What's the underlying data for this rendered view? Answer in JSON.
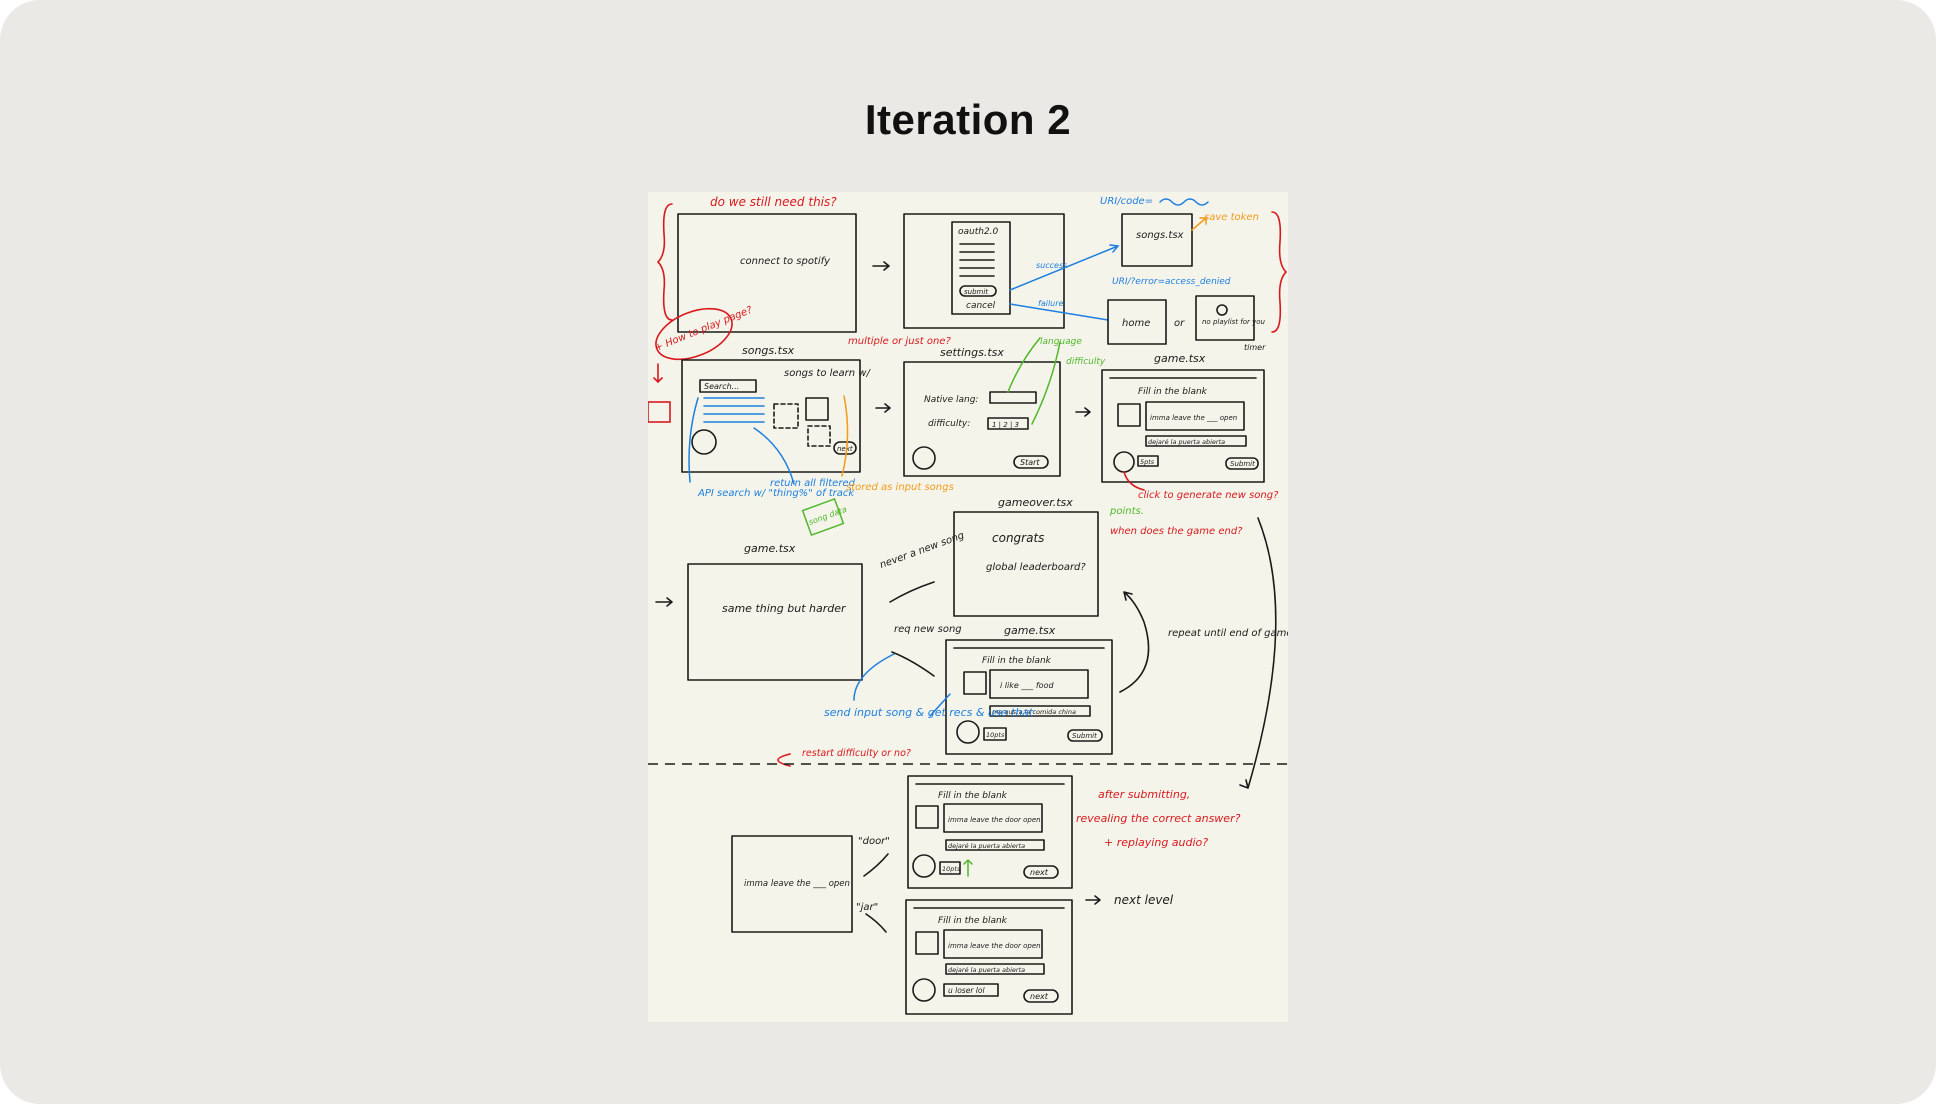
{
  "slide": {
    "title": "Iteration 2"
  },
  "sketch": {
    "notes": {
      "do_we_need": "do we still need this?",
      "uri_code": "URI/code=",
      "save_token": "save token",
      "uri_error": "URI/?error=access_denied",
      "how_to_play": "+ How to play page?",
      "multiple_or_one": "multiple or just one?",
      "timer": "timer",
      "language": "language",
      "difficulty_note": "difficulty",
      "api_search": "API search w/ \"thing%\" of track",
      "return_filtered": "return all filtered",
      "stored_input": "stored as input songs",
      "song_data": "song data",
      "click_generate": "click to generate new song?",
      "points": "points.",
      "when_end": "when does the game end?",
      "never_new": "never a new song",
      "req_new": "req new song",
      "repeat_until": "repeat until end of game.",
      "send_input": "send input song & get recs & use that",
      "restart_diff": "restart difficulty or no?",
      "after_submit": "after submitting,",
      "revealing": "revealing the correct answer?",
      "replaying": "+ replaying audio?",
      "door_quote": "\"door\"",
      "jar_quote": "\"jar\"",
      "next_level": "next level"
    },
    "screens": {
      "connect": "connect to spotify",
      "oauth_title": "oauth2.0",
      "oauth_submit": "submit",
      "oauth_cancel": "cancel",
      "success": "success",
      "failure": "failure",
      "songs_tsx_small": "songs.tsx",
      "home": "home",
      "or": "or",
      "no_playlist": "no playlist for you",
      "songs_tsx": "songs.tsx",
      "songs_to_learn": "songs to learn w/",
      "search_placeholder": "Search...",
      "next": "next",
      "settings_tsx": "settings.tsx",
      "native_lang": "Native lang:",
      "difficulty": "difficulty:",
      "diff_options": "1 | 2 | 3",
      "start": "Start",
      "game_tsx": "game.tsx",
      "fill_blank": "Fill in the blank",
      "lyric_1": "imma leave the ___ open",
      "translation_1": "dejaré la puerta abierta",
      "pts": "5pts",
      "submit": "Submit",
      "gameover_tsx": "gameover.tsx",
      "congrats": "congrats",
      "global_leaderboard": "global leaderboard?",
      "game_tsx_2": "game.tsx",
      "same_thing": "same thing but harder",
      "game_tsx_3": "game.tsx",
      "lyric_2": "i like ___ food",
      "translation_2": "me gusta la comida china",
      "pts_2": "10pts",
      "lyric_3": "imma leave the ___ open",
      "lyric_door": "imma leave the door open",
      "pts_3": "10pts",
      "wrong_answer": "u loser lol"
    }
  }
}
